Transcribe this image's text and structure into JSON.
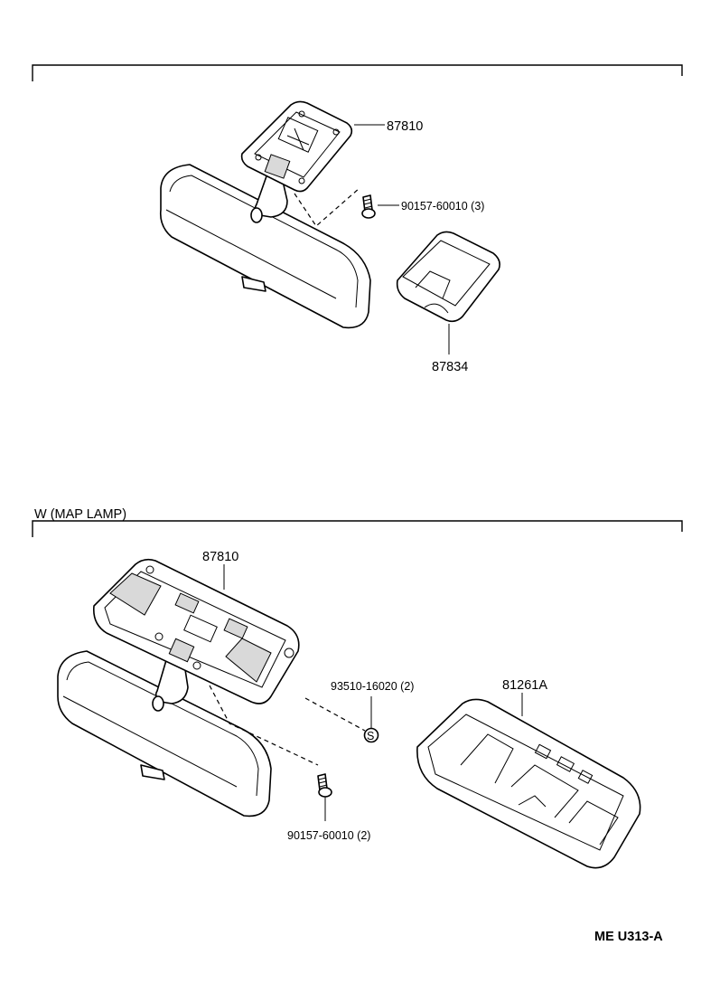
{
  "top_section": {
    "labels": {
      "cover_part": "87810",
      "screw_part": "90157-60010 (3)",
      "lens_part": "87834"
    }
  },
  "bottom_section": {
    "header": "W (MAP  LAMP)",
    "labels": {
      "cover_part": "87810",
      "clip_part": "93510-16020 (2)",
      "clip_symbol": "S",
      "housing_part": "81261A",
      "screw_part": "90157-60010 (2)"
    }
  },
  "footer": {
    "diagram_code": "ME  U313-A"
  }
}
